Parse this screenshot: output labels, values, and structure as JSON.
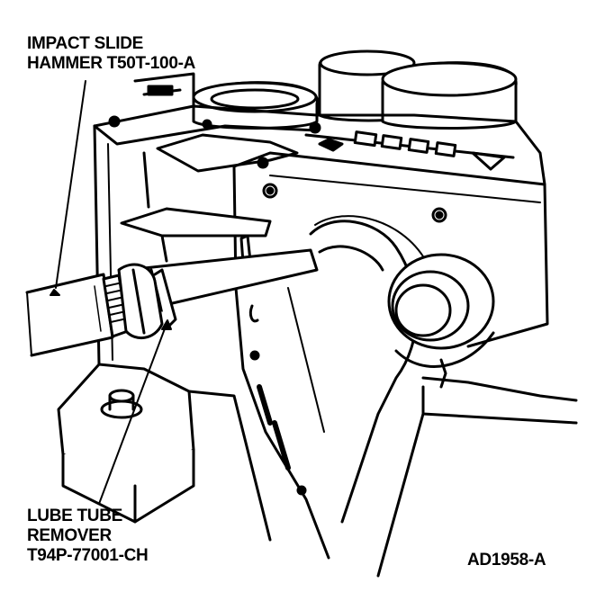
{
  "labels": {
    "impact_line1": "IMPACT SLIDE",
    "impact_line2": "HAMMER T50T-100-A",
    "lube_line1": "LUBE TUBE",
    "lube_line2": "REMOVER",
    "lube_line3": "T94P-77001-CH",
    "figure_code": "AD1958-A"
  },
  "colors": {
    "ink": "#000000",
    "paper": "#ffffff"
  }
}
